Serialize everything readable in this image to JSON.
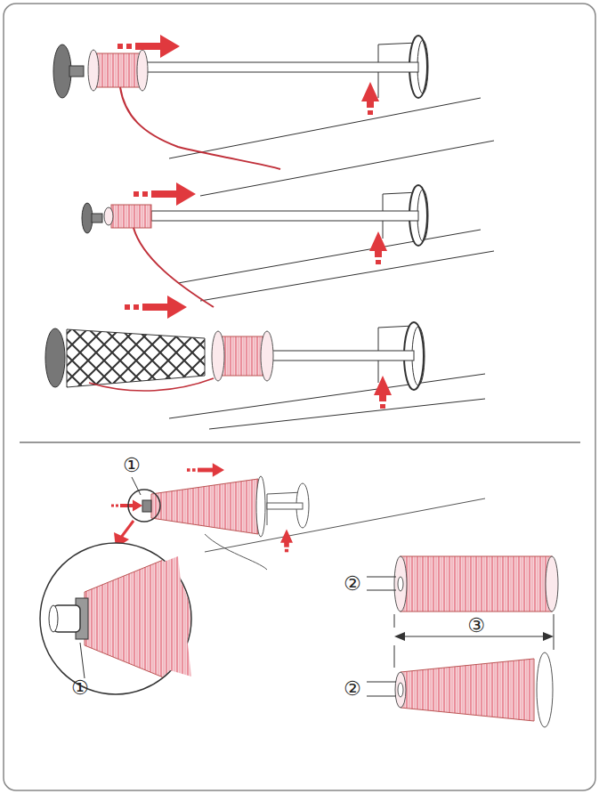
{
  "diagram": {
    "labels": [
      "①",
      "①",
      "②",
      "②",
      "③"
    ]
  }
}
